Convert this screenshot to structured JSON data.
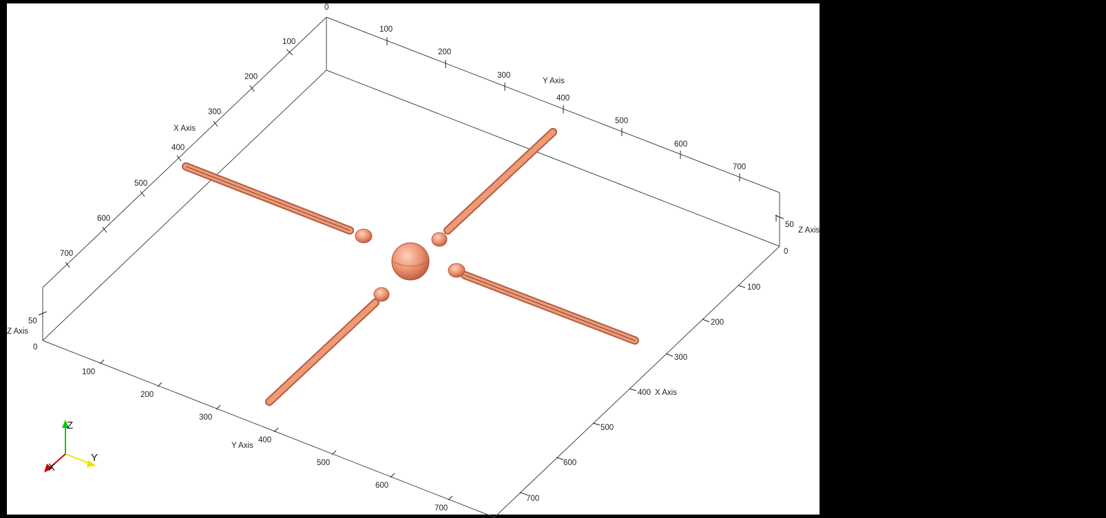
{
  "scene": {
    "background_color": "#ffffff",
    "frame_color": "#000000",
    "grid_line_color": "#444444",
    "object_color": "#e8906a"
  },
  "axes": {
    "front_x_title": "X Axis",
    "front_y_title": "Y Axis",
    "front_z_title": "Z Axis",
    "back_y_title": "Y Axis",
    "right_x_title": "X Axis",
    "right_z_title": "Z Axis",
    "x_ticks": [
      "100",
      "200",
      "300",
      "400",
      "500",
      "600",
      "700"
    ],
    "y_ticks": [
      "100",
      "200",
      "300",
      "400",
      "500",
      "600",
      "700"
    ],
    "z_ticks": [
      "0",
      "50"
    ],
    "origin_label": "0",
    "right_x_ticks": [
      "100",
      "200",
      "300",
      "400",
      "500",
      "600",
      "700"
    ]
  },
  "orientation_triad": {
    "x_label": "X",
    "y_label": "Y",
    "z_label": "Z",
    "x_color": "#cc0000",
    "y_color": "#e6e600",
    "z_color": "#00cc00"
  }
}
